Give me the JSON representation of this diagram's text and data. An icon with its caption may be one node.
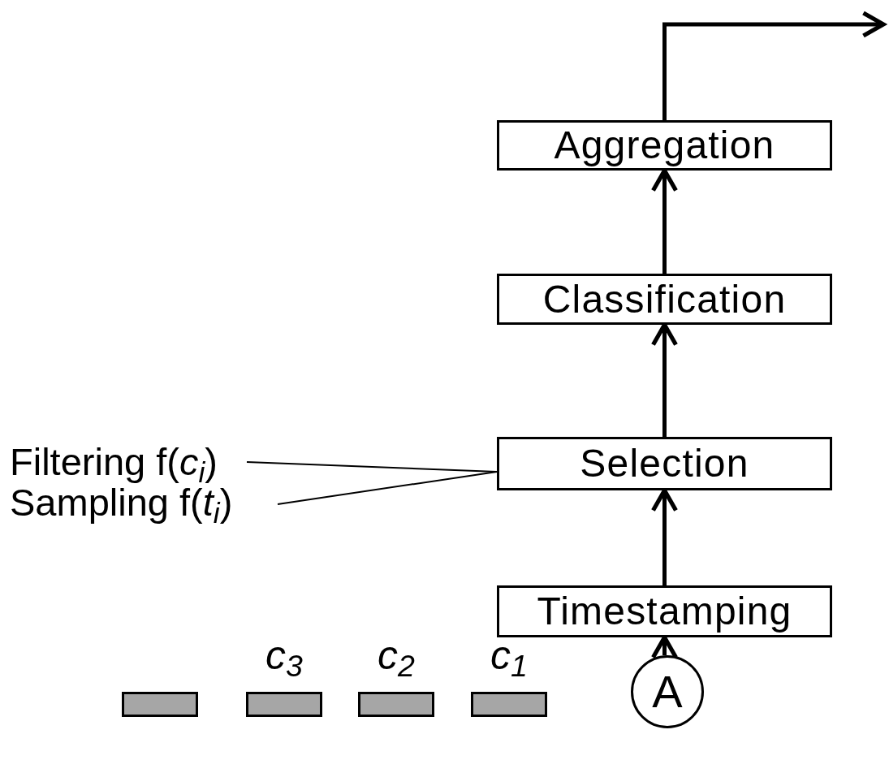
{
  "diagram": {
    "nodes": [
      {
        "text": [
          "Aggregation"
        ]
      },
      {
        "text": [
          "Classification"
        ]
      },
      {
        "text": [
          "Selection"
        ]
      },
      {
        "text": [
          "Timestamping"
        ]
      },
      {
        "text": [
          "A"
        ]
      },
      {
        "text": [
          "Filtering f(*c*$_{i}$)"
        ]
      },
      {
        "text": [
          "Sampling f(*t*$_{i}$)"
        ]
      },
      {
        "text": [],
        "shape": "bar"
      },
      {
        "text": [],
        "shape": "bar",
        "beside": [
          "c$_{3}$"
        ]
      },
      {
        "text": [],
        "shape": "bar",
        "beside": [
          "c$_{2}$"
        ]
      },
      {
        "text": [],
        "shape": "bar",
        "beside": [
          "c$_{1}$"
        ]
      }
    ],
    "edges": [
      {
        "from": 4,
        "to": 3,
        "arrow": "to"
      },
      {
        "from": 3,
        "to": 2,
        "arrow": "to"
      },
      {
        "from": 2,
        "to": 1,
        "arrow": "to"
      },
      {
        "from": 1,
        "to": 0,
        "arrow": "to"
      },
      {
        "from": 0,
        "to": null,
        "arrow": "to"
      },
      {
        "from": 5,
        "to": 2,
        "arrow": "none"
      },
      {
        "from": 6,
        "to": 2,
        "arrow": "none"
      }
    ]
  }
}
